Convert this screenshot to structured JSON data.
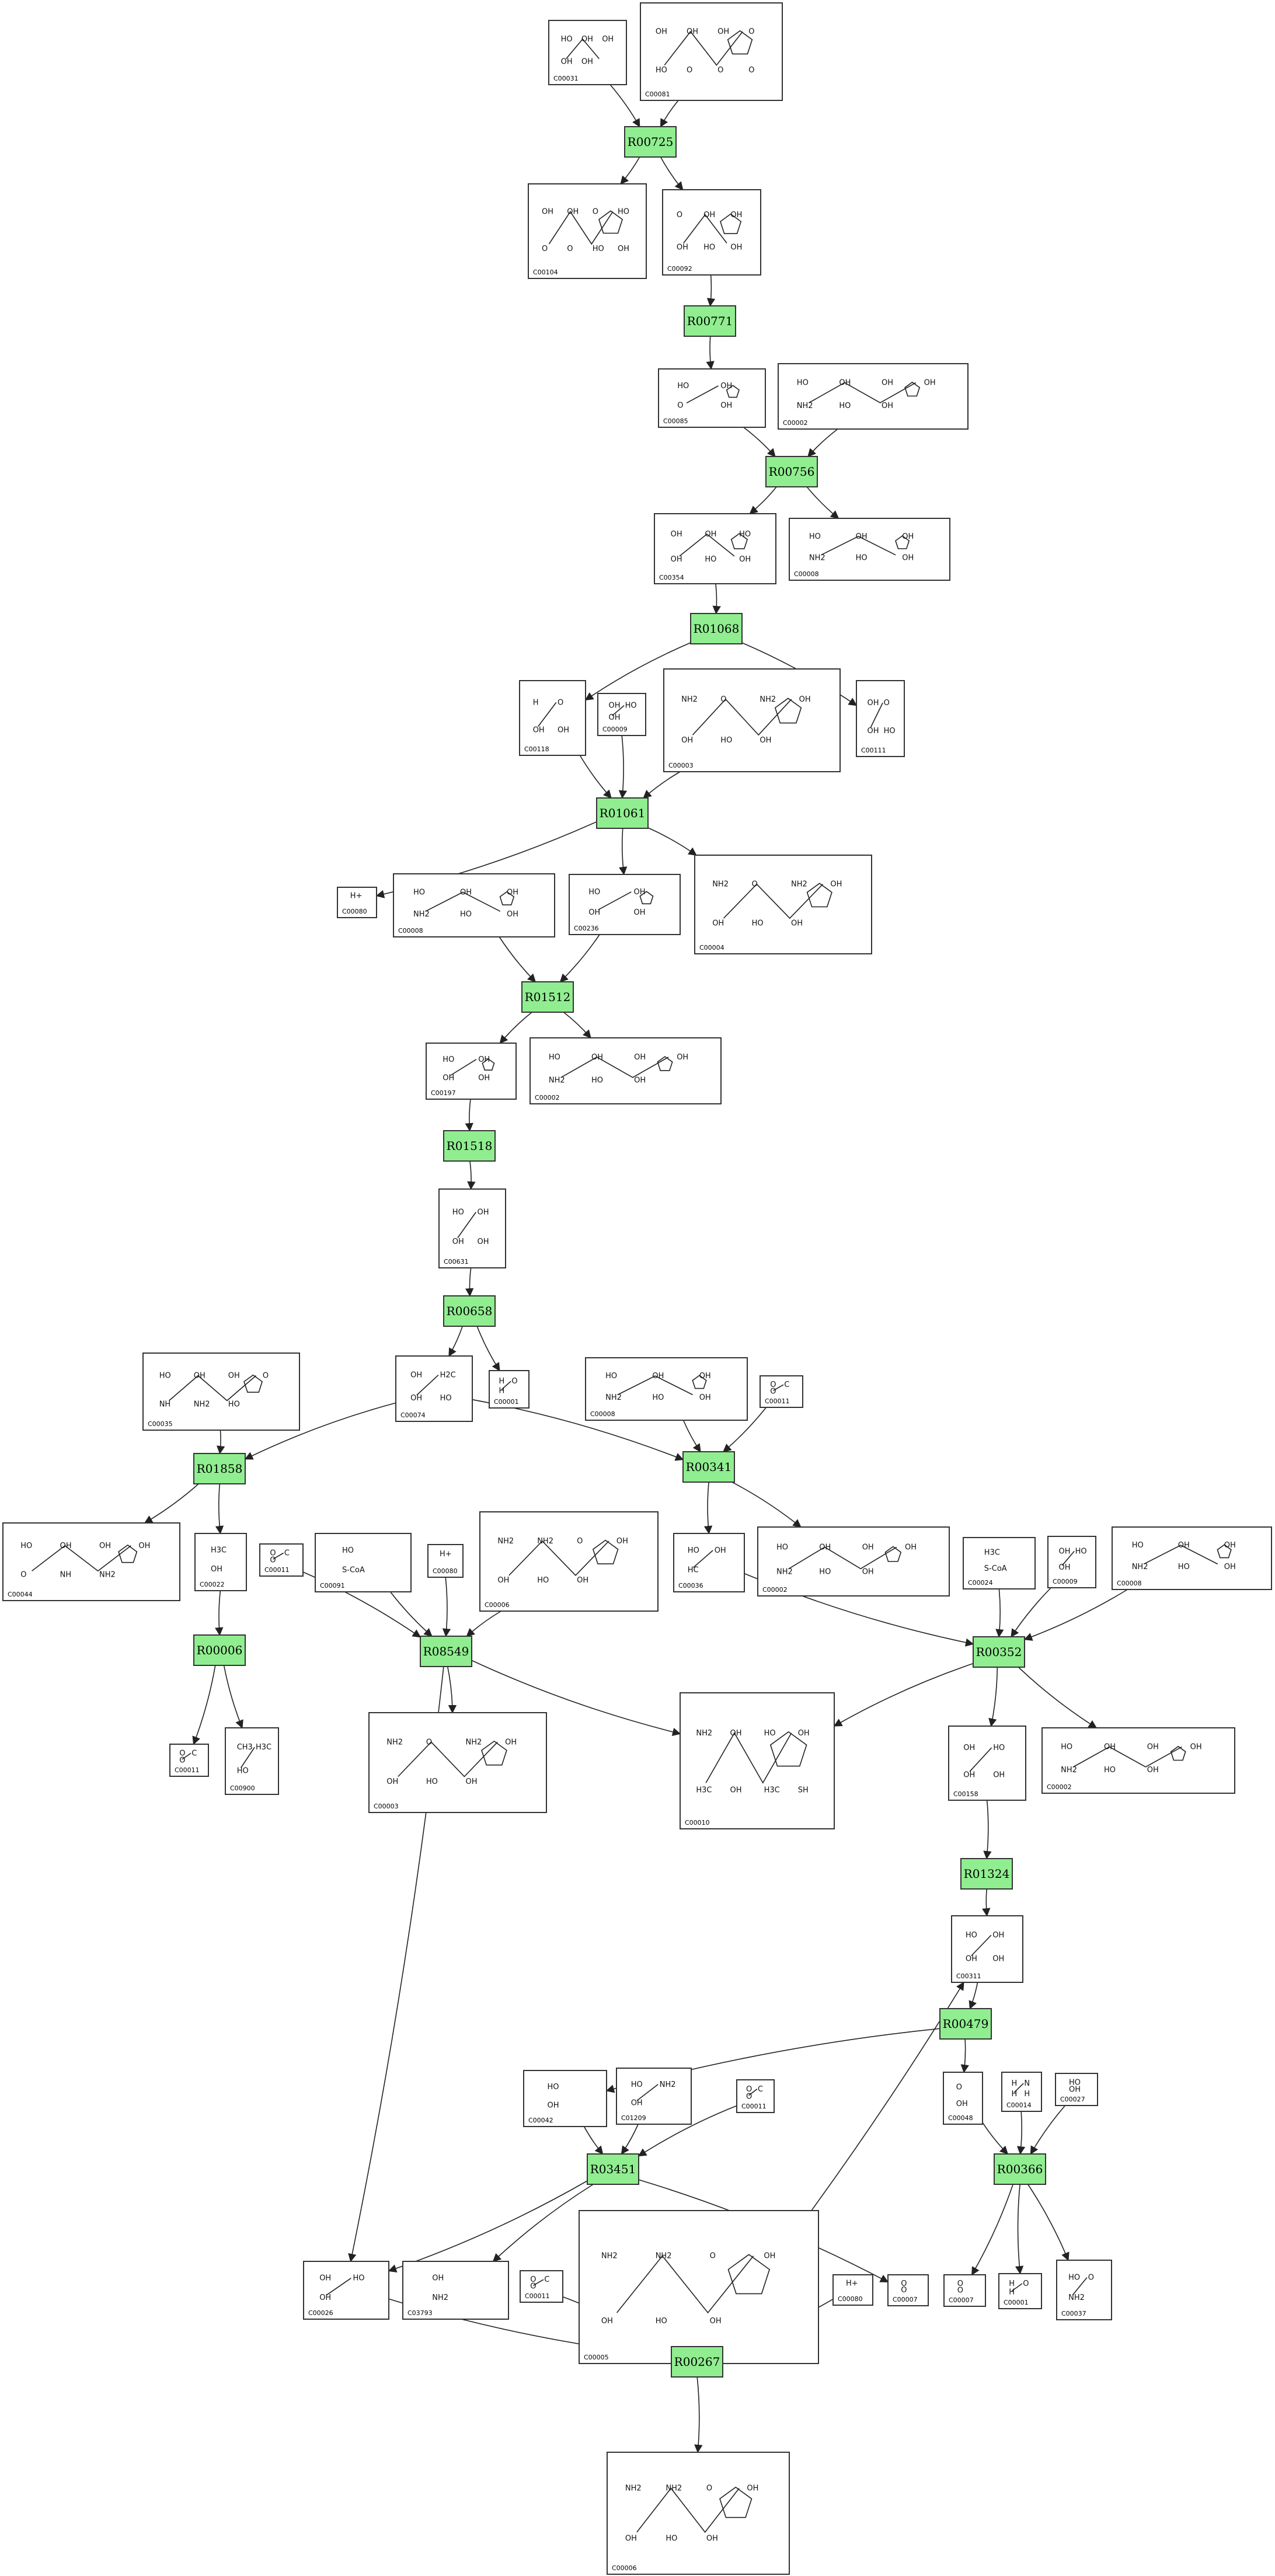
{
  "colors": {
    "reaction_fill": "#90ee90",
    "border": "#333333",
    "edge": "#222222",
    "background": "#ffffff"
  },
  "reactions": [
    {
      "id": "R00725",
      "label": "R00725"
    },
    {
      "id": "R00771",
      "label": "R00771"
    },
    {
      "id": "R00756",
      "label": "R00756"
    },
    {
      "id": "R01068",
      "label": "R01068"
    },
    {
      "id": "R01061",
      "label": "R01061"
    },
    {
      "id": "R01512",
      "label": "R01512"
    },
    {
      "id": "R01518",
      "label": "R01518"
    },
    {
      "id": "R00658",
      "label": "R00658"
    },
    {
      "id": "R01858",
      "label": "R01858"
    },
    {
      "id": "R00341",
      "label": "R00341"
    },
    {
      "id": "R00006",
      "label": "R00006"
    },
    {
      "id": "R08549",
      "label": "R08549"
    },
    {
      "id": "R00352",
      "label": "R00352"
    },
    {
      "id": "R01324",
      "label": "R01324"
    },
    {
      "id": "R00479",
      "label": "R00479"
    },
    {
      "id": "R03451",
      "label": "R03451"
    },
    {
      "id": "R00366",
      "label": "R00366"
    },
    {
      "id": "R00267",
      "label": "R00267"
    }
  ],
  "compounds": [
    {
      "key": "c1",
      "id": "C00031",
      "labels": [
        "HO",
        "OH",
        "OH",
        "OH",
        "OH"
      ]
    },
    {
      "key": "c2",
      "id": "C00081",
      "labels": [
        "OH",
        "OH",
        "OH",
        "O",
        "HO",
        "O",
        "O",
        "O"
      ]
    },
    {
      "key": "c3",
      "id": "C00104",
      "labels": [
        "OH",
        "OH",
        "O",
        "HO",
        "O",
        "O",
        "HO",
        "OH"
      ]
    },
    {
      "key": "c4",
      "id": "C00092",
      "labels": [
        "O",
        "OH",
        "OH",
        "OH",
        "HO",
        "OH"
      ]
    },
    {
      "key": "c5",
      "id": "C00085",
      "labels": [
        "HO",
        "OH",
        "O",
        "OH"
      ]
    },
    {
      "key": "c6",
      "id": "C00002",
      "labels": [
        "HO",
        "OH",
        "OH",
        "OH",
        "NH2",
        "HO",
        "OH"
      ]
    },
    {
      "key": "c7",
      "id": "C00354",
      "labels": [
        "OH",
        "OH",
        "HO",
        "OH",
        "HO",
        "OH"
      ]
    },
    {
      "key": "c8",
      "id": "C00008",
      "labels": [
        "HO",
        "OH",
        "OH",
        "NH2",
        "HO",
        "OH"
      ]
    },
    {
      "key": "c9",
      "id": "C00118",
      "labels": [
        "H",
        "O",
        "OH",
        "OH"
      ]
    },
    {
      "key": "c10",
      "id": "C00009",
      "labels": [
        "OH",
        "HO",
        "OH"
      ]
    },
    {
      "key": "c11",
      "id": "C00003",
      "labels": [
        "NH2",
        "O",
        "NH2",
        "OH",
        "OH",
        "HO",
        "OH"
      ]
    },
    {
      "key": "c12",
      "id": "C00111",
      "labels": [
        "OH",
        "O",
        "OH",
        "HO"
      ]
    },
    {
      "key": "c13",
      "id": "C00080",
      "labels": [
        "H+"
      ]
    },
    {
      "key": "c14",
      "id": "C00008",
      "labels": [
        "HO",
        "OH",
        "OH",
        "NH2",
        "HO",
        "OH"
      ]
    },
    {
      "key": "c15",
      "id": "C00236",
      "labels": [
        "HO",
        "OH",
        "OH",
        "OH"
      ]
    },
    {
      "key": "c16",
      "id": "C00004",
      "labels": [
        "NH2",
        "O",
        "NH2",
        "OH",
        "OH",
        "HO",
        "OH"
      ]
    },
    {
      "key": "c17",
      "id": "C00197",
      "labels": [
        "HO",
        "OH",
        "OH",
        "OH"
      ]
    },
    {
      "key": "c18",
      "id": "C00002",
      "labels": [
        "HO",
        "OH",
        "OH",
        "OH",
        "NH2",
        "HO",
        "OH"
      ]
    },
    {
      "key": "c19",
      "id": "C00631",
      "labels": [
        "HO",
        "OH",
        "OH",
        "OH"
      ]
    },
    {
      "key": "c20",
      "id": "C00035",
      "labels": [
        "HO",
        "OH",
        "OH",
        "O",
        "NH",
        "NH2",
        "HO"
      ]
    },
    {
      "key": "c21",
      "id": "C00074",
      "labels": [
        "OH",
        "H2C",
        "OH",
        "HO"
      ]
    },
    {
      "key": "c22",
      "id": "C00001",
      "labels": [
        "H",
        "O",
        "H"
      ]
    },
    {
      "key": "c23",
      "id": "C00008",
      "labels": [
        "HO",
        "OH",
        "OH",
        "NH2",
        "HO",
        "OH"
      ]
    },
    {
      "key": "c24",
      "id": "C00011",
      "labels": [
        "O",
        "C",
        "O"
      ]
    },
    {
      "key": "c25",
      "id": "C00044",
      "labels": [
        "HO",
        "OH",
        "OH",
        "OH",
        "O",
        "NH",
        "NH2"
      ]
    },
    {
      "key": "c26",
      "id": "C00022",
      "labels": [
        "H3C",
        "OH"
      ]
    },
    {
      "key": "c27",
      "id": "C00011",
      "labels": [
        "O",
        "C",
        "O"
      ]
    },
    {
      "key": "c28",
      "id": "C00091",
      "labels": [
        "HO",
        "S-CoA"
      ]
    },
    {
      "key": "c29",
      "id": "C00080",
      "labels": [
        "H+"
      ]
    },
    {
      "key": "c30",
      "id": "C00006",
      "labels": [
        "NH2",
        "NH2",
        "O",
        "OH",
        "OH",
        "HO",
        "OH"
      ]
    },
    {
      "key": "c31",
      "id": "C00036",
      "labels": [
        "HO",
        "OH",
        "HC"
      ]
    },
    {
      "key": "c32",
      "id": "C00002",
      "labels": [
        "HO",
        "OH",
        "OH",
        "OH",
        "NH2",
        "HO",
        "OH"
      ]
    },
    {
      "key": "c33",
      "id": "C00024",
      "labels": [
        "H3C",
        "S-CoA"
      ]
    },
    {
      "key": "c34",
      "id": "C00009",
      "labels": [
        "OH",
        "HO",
        "OH"
      ]
    },
    {
      "key": "c35",
      "id": "C00008",
      "labels": [
        "HO",
        "OH",
        "OH",
        "NH2",
        "HO",
        "OH"
      ]
    },
    {
      "key": "c36",
      "id": "C00011",
      "labels": [
        "O",
        "C",
        "O"
      ]
    },
    {
      "key": "c37",
      "id": "C00900",
      "labels": [
        "CH3",
        "H3C",
        "HO"
      ]
    },
    {
      "key": "c38",
      "id": "C00003",
      "labels": [
        "NH2",
        "O",
        "NH2",
        "OH",
        "OH",
        "HO",
        "OH"
      ]
    },
    {
      "key": "c39",
      "id": "C00010",
      "labels": [
        "NH2",
        "OH",
        "HO",
        "OH",
        "H3C",
        "OH",
        "H3C",
        "SH"
      ]
    },
    {
      "key": "c40",
      "id": "C00158",
      "labels": [
        "OH",
        "HO",
        "OH",
        "OH"
      ]
    },
    {
      "key": "c41",
      "id": "C00002",
      "labels": [
        "HO",
        "OH",
        "OH",
        "OH",
        "NH2",
        "HO",
        "OH"
      ]
    },
    {
      "key": "c42",
      "id": "C00311",
      "labels": [
        "HO",
        "OH",
        "OH",
        "OH"
      ]
    },
    {
      "key": "c43",
      "id": "C00042",
      "labels": [
        "HO",
        "OH"
      ]
    },
    {
      "key": "c44",
      "id": "C01209",
      "labels": [
        "HO",
        "NH2",
        "OH"
      ]
    },
    {
      "key": "c45",
      "id": "C00011",
      "labels": [
        "O",
        "C",
        "O"
      ]
    },
    {
      "key": "c46",
      "id": "C00048",
      "labels": [
        "O",
        "OH"
      ]
    },
    {
      "key": "c47",
      "id": "C00014",
      "labels": [
        "H",
        "N",
        "H",
        "H"
      ]
    },
    {
      "key": "c48",
      "id": "C00027",
      "labels": [
        "HO",
        "OH"
      ]
    },
    {
      "key": "c49",
      "id": "C00026",
      "labels": [
        "OH",
        "HO",
        "OH"
      ]
    },
    {
      "key": "c50",
      "id": "C03793",
      "labels": [
        "OH",
        "NH2"
      ]
    },
    {
      "key": "c51",
      "id": "C00011",
      "labels": [
        "O",
        "C",
        "O"
      ]
    },
    {
      "key": "c52",
      "id": "C00005",
      "labels": [
        "NH2",
        "NH2",
        "O",
        "OH",
        "OH",
        "HO",
        "OH"
      ]
    },
    {
      "key": "c53",
      "id": "C00080",
      "labels": [
        "H+"
      ]
    },
    {
      "key": "c54",
      "id": "C00007",
      "labels": [
        "O",
        "O"
      ]
    },
    {
      "key": "c55",
      "id": "C00007",
      "labels": [
        "O",
        "O"
      ]
    },
    {
      "key": "c56",
      "id": "C00001",
      "labels": [
        "H",
        "O",
        "H"
      ]
    },
    {
      "key": "c57",
      "id": "C00037",
      "labels": [
        "HO",
        "O",
        "NH2"
      ]
    },
    {
      "key": "c58",
      "id": "C00006",
      "labels": [
        "NH2",
        "NH2",
        "O",
        "OH",
        "OH",
        "HO",
        "OH"
      ]
    }
  ],
  "edges": [
    [
      "c1",
      "R00725"
    ],
    [
      "c2",
      "R00725"
    ],
    [
      "R00725",
      "c3"
    ],
    [
      "R00725",
      "c4"
    ],
    [
      "c4",
      "R00771"
    ],
    [
      "R00771",
      "c5"
    ],
    [
      "c5",
      "R00756"
    ],
    [
      "c6",
      "R00756"
    ],
    [
      "R00756",
      "c7"
    ],
    [
      "R00756",
      "c8"
    ],
    [
      "c7",
      "R01068"
    ],
    [
      "R01068",
      "c9"
    ],
    [
      "R01068",
      "c12"
    ],
    [
      "c9",
      "R01061"
    ],
    [
      "c10",
      "R01061"
    ],
    [
      "c11",
      "R01061"
    ],
    [
      "R01061",
      "c13"
    ],
    [
      "R01061",
      "c15"
    ],
    [
      "R01061",
      "c16"
    ],
    [
      "c14",
      "R01512"
    ],
    [
      "c15",
      "R01512"
    ],
    [
      "R01512",
      "c17"
    ],
    [
      "R01512",
      "c18"
    ],
    [
      "c17",
      "R01518"
    ],
    [
      "R01518",
      "c19"
    ],
    [
      "c19",
      "R00658"
    ],
    [
      "R00658",
      "c21"
    ],
    [
      "R00658",
      "c22"
    ],
    [
      "c20",
      "R01858"
    ],
    [
      "c21",
      "R01858"
    ],
    [
      "R01858",
      "c25"
    ],
    [
      "R01858",
      "c26"
    ],
    [
      "c21",
      "R00341"
    ],
    [
      "c23",
      "R00341"
    ],
    [
      "c24",
      "R00341"
    ],
    [
      "R00341",
      "c31"
    ],
    [
      "R00341",
      "c32"
    ],
    [
      "c26",
      "R00006"
    ],
    [
      "R00006",
      "c36"
    ],
    [
      "R00006",
      "c37"
    ],
    [
      "c27",
      "R08549"
    ],
    [
      "c28",
      "R08549"
    ],
    [
      "c29",
      "R08549"
    ],
    [
      "c30",
      "R08549"
    ],
    [
      "R08549",
      "c38"
    ],
    [
      "R08549",
      "c39"
    ],
    [
      "R08549",
      "c49"
    ],
    [
      "c31",
      "R00352"
    ],
    [
      "c33",
      "R00352"
    ],
    [
      "c34",
      "R00352"
    ],
    [
      "c35",
      "R00352"
    ],
    [
      "R00352",
      "c39"
    ],
    [
      "R00352",
      "c40"
    ],
    [
      "R00352",
      "c41"
    ],
    [
      "c40",
      "R01324"
    ],
    [
      "R01324",
      "c42"
    ],
    [
      "c42",
      "R00479"
    ],
    [
      "R00479",
      "c43"
    ],
    [
      "R00479",
      "c46"
    ],
    [
      "c43",
      "R03451"
    ],
    [
      "c44",
      "R03451"
    ],
    [
      "c45",
      "R03451"
    ],
    [
      "R03451",
      "c49"
    ],
    [
      "R03451",
      "c50"
    ],
    [
      "R03451",
      "c54"
    ],
    [
      "c46",
      "R00366"
    ],
    [
      "c47",
      "R00366"
    ],
    [
      "c48",
      "R00366"
    ],
    [
      "R00366",
      "c55"
    ],
    [
      "R00366",
      "c56"
    ],
    [
      "R00366",
      "c57"
    ],
    [
      "c49",
      "R00267"
    ],
    [
      "c51",
      "R00267"
    ],
    [
      "c52",
      "R00267"
    ],
    [
      "c53",
      "R00267"
    ],
    [
      "R00267",
      "c42"
    ],
    [
      "R00267",
      "c58"
    ]
  ]
}
